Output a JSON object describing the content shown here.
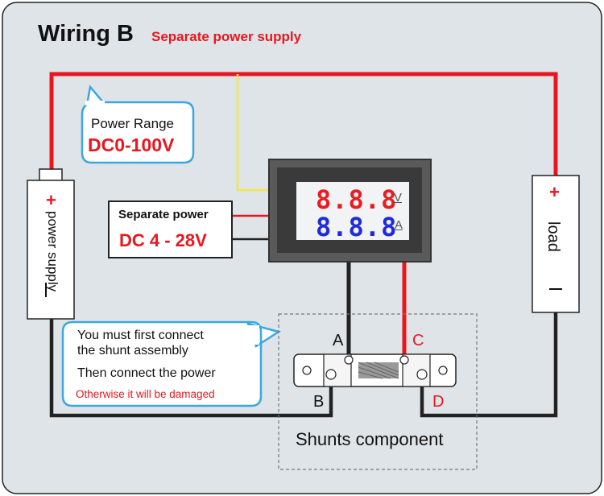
{
  "header": {
    "title": "Wiring B",
    "subtitle": "Separate power supply"
  },
  "power_range_bubble": {
    "label": "Power Range",
    "value": "DC0-100V"
  },
  "separate_power_box": {
    "label": "Separate power",
    "value": "DC 4 - 28V"
  },
  "meter": {
    "voltage_display": "8.8.8",
    "voltage_unit": "V",
    "current_display": "8.8.8",
    "current_unit": "A"
  },
  "power_supply": {
    "label": "power supply",
    "plus": "+"
  },
  "load": {
    "label": "load",
    "plus": "+"
  },
  "warning_bubble": {
    "line1": "You must first connect",
    "line2": "the shunt assembly",
    "line3": "Then connect the power",
    "line4": "Otherwise it will be damaged"
  },
  "terminals": {
    "a": "A",
    "b": "B",
    "c": "C",
    "d": "D"
  },
  "shunt": {
    "caption": "Shunts component"
  },
  "colors": {
    "red_wire": "#e8171f",
    "black_wire": "#222222",
    "yellow_wire": "#f2e64a",
    "bubble_border": "#3aa7e0",
    "voltage_digits": "#e81d24",
    "current_digits": "#1f2ae0"
  }
}
